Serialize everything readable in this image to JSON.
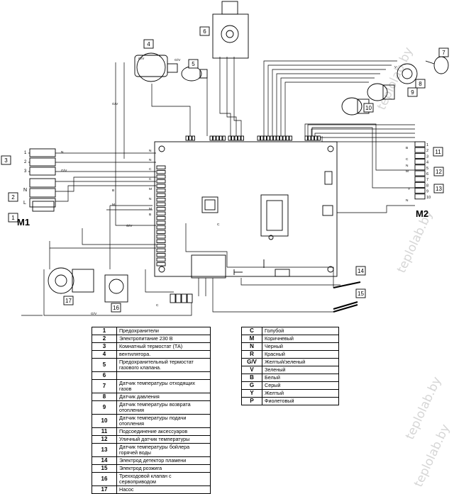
{
  "watermark": "teplolab.by",
  "diagram": {
    "callouts": [
      "1",
      "2",
      "3",
      "4",
      "5",
      "6",
      "7",
      "8",
      "9",
      "10",
      "11",
      "12",
      "13",
      "14",
      "15",
      "16",
      "17"
    ],
    "group_labels": {
      "m1": "M1",
      "m2": "M2"
    },
    "terminal_left": {
      "top_numbers": [
        "1",
        "2",
        "3"
      ],
      "mid_labels": [
        "N",
        "L"
      ]
    },
    "terminal_right": {
      "numbers": [
        "1",
        "2",
        "3",
        "4",
        "5",
        "6",
        "7",
        "8",
        "9",
        "10"
      ]
    },
    "wire_codes": [
      "N",
      "N",
      "N",
      "G/V",
      "C",
      "C",
      "M",
      "N",
      "M",
      "B",
      "B",
      "M",
      "Y",
      "G/V",
      "G/V",
      "G/V",
      "G/V",
      "C",
      "V",
      "B",
      "C",
      "N",
      "M",
      "N",
      "C",
      "G/V"
    ]
  },
  "legend_components": [
    {
      "num": "1",
      "text": "Предохранители"
    },
    {
      "num": "2",
      "text": "Электропитание 230 В"
    },
    {
      "num": "3",
      "text": "Комнатный термостат (ТА)"
    },
    {
      "num": "4",
      "text": "вентилятора."
    },
    {
      "num": "5",
      "text": "Предохранительный термостат газового клапана."
    },
    {
      "num": "6",
      "text": ""
    },
    {
      "num": "7",
      "text": "Датчик температуры отходящих газов"
    },
    {
      "num": "8",
      "text": "Датчик давления"
    },
    {
      "num": "9",
      "text": "Датчик температуры возврата отопления"
    },
    {
      "num": "10",
      "text": "Датчик температуры подачи отопления"
    },
    {
      "num": "11",
      "text": "Подсоединение аксессуаров"
    },
    {
      "num": "12",
      "text": "Уличный датчик температуры"
    },
    {
      "num": "13",
      "text": "Датчик температуры бойлера горячей воды"
    },
    {
      "num": "14",
      "text": "Электрод детектор пламени"
    },
    {
      "num": "15",
      "text": "Электрод розжига"
    },
    {
      "num": "16",
      "text": "Трехходовой клапан с сервоприводом"
    },
    {
      "num": "17",
      "text": "Насос"
    }
  ],
  "legend_colors": [
    {
      "code": "C",
      "name": "Голубой"
    },
    {
      "code": "M",
      "name": "Коричневый"
    },
    {
      "code": "N",
      "name": "Черный"
    },
    {
      "code": "R",
      "name": "Красный"
    },
    {
      "code": "G/V",
      "name": "Желтый/зеленый"
    },
    {
      "code": "V",
      "name": "Зеленый"
    },
    {
      "code": "B",
      "name": "Белый"
    },
    {
      "code": "G",
      "name": "Серый"
    },
    {
      "code": "Y",
      "name": "Желтый"
    },
    {
      "code": "P",
      "name": "Фиолетовый"
    }
  ]
}
